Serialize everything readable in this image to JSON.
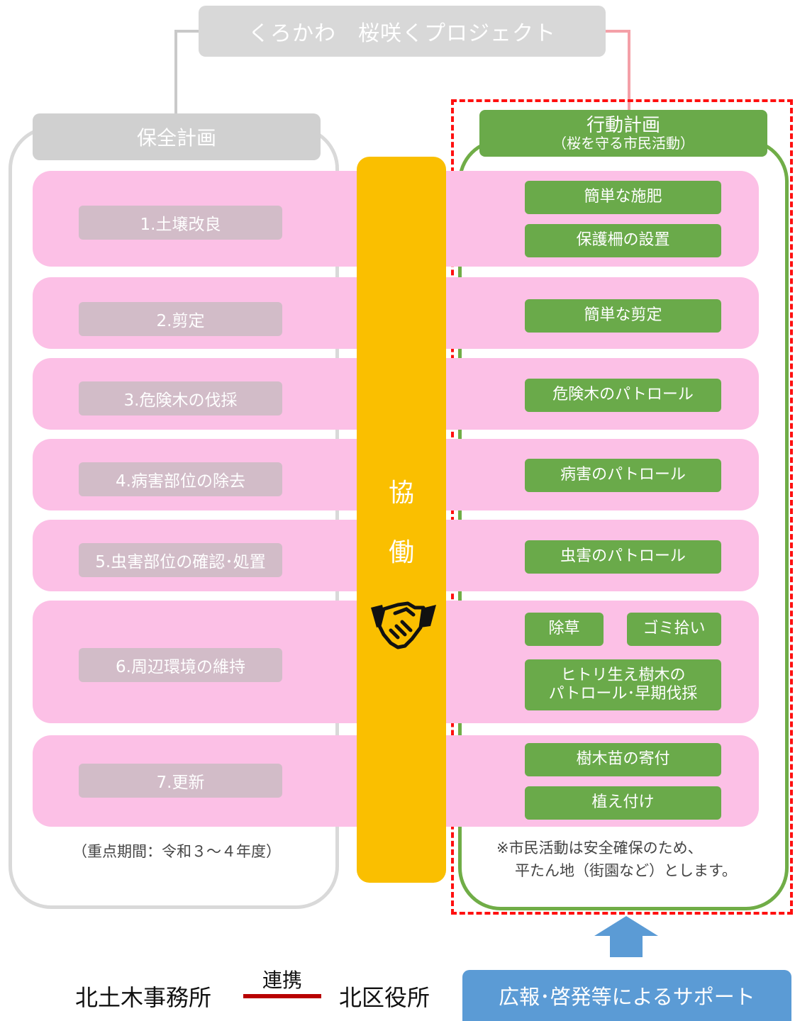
{
  "title": "くろかわ　桜咲くプロジェクト",
  "plan": {
    "header": "保全計画",
    "items": [
      "1.土壌改良",
      "2.剪定",
      "3.危険木の伐採",
      "4.病害部位の除去",
      "5.虫害部位の確認･処置",
      "6.周辺環境の維持",
      "7.更新"
    ],
    "note": "（重点期間：令和３～４年度）"
  },
  "cooperation": {
    "char1": "協",
    "char2": "働",
    "icon": "handshake-icon"
  },
  "action": {
    "header_line1": "行動計画",
    "header_line2": "（桜を守る市民活動）",
    "items": [
      "簡単な施肥",
      "保護柵の設置",
      "簡単な剪定",
      "危険木のパトロール",
      "病害のパトロール",
      "虫害のパトロール",
      "除草",
      "ゴミ拾い",
      "ヒトリ生え樹木の",
      "パトロール･早期伐採",
      "樹木苗の寄付",
      "植え付け"
    ],
    "note_line1": "※市民活動は安全確保のため、",
    "note_line2": "平たん地（街園など）とします。"
  },
  "bottom": {
    "org_left": "北土木事務所",
    "link_label": "連携",
    "org_right": "北区役所",
    "support": "広報･啓発等によるサポート",
    "arrow_icon": "arrow-up-icon"
  },
  "colors": {
    "pink_row": "#fcc0e6",
    "green": "#6aaa4a",
    "orange": "#fabf00",
    "blue": "#5b9bd5",
    "dashed_red": "#ff1010",
    "link_red": "#b80000"
  }
}
